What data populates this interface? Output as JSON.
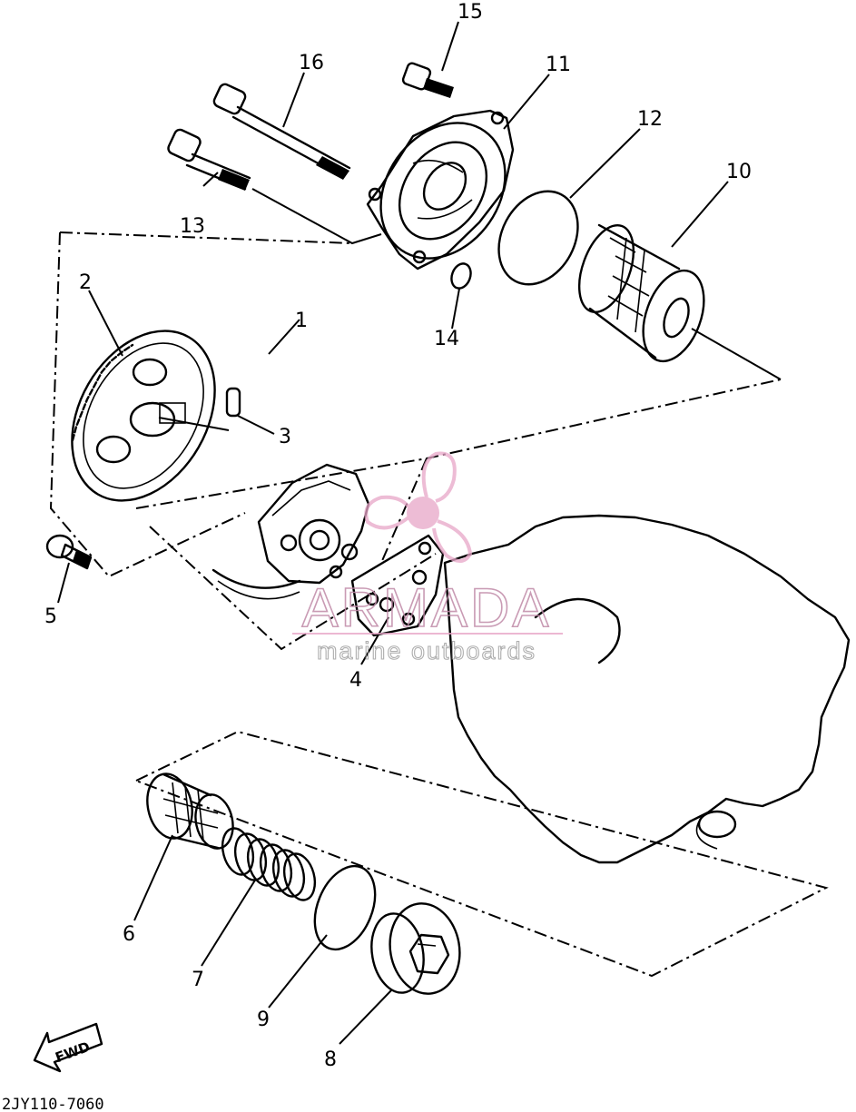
{
  "diagram": {
    "code": "2JY110-7060",
    "fwd_label": "FWD",
    "callouts": [
      "1",
      "2",
      "3",
      "4",
      "5",
      "6",
      "7",
      "8",
      "9",
      "10",
      "11",
      "12",
      "13",
      "14",
      "15",
      "16"
    ]
  },
  "watermark": {
    "brand": "ARMADA",
    "tagline": "marine outboards",
    "color": "#e8a6c8",
    "icon": "propeller-logo"
  }
}
